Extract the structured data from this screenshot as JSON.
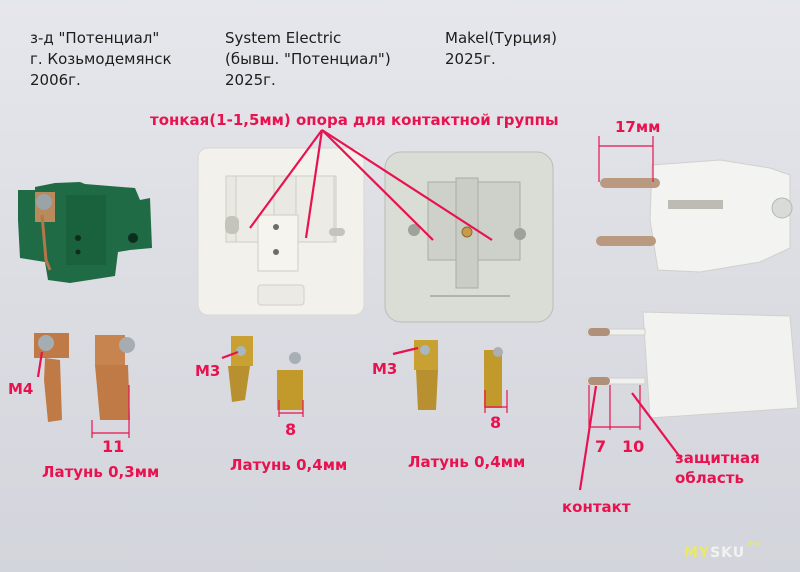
{
  "headers": [
    {
      "lines": [
        "з-д \"Потенциал\"",
        "г. Козьмодемянск",
        "2006г."
      ]
    },
    {
      "lines": [
        "System Electric",
        "(бывш. \"Потенциал\")",
        "2025г."
      ]
    },
    {
      "lines": [
        "Makel(Турция)",
        "2025г."
      ]
    }
  ],
  "annotations": {
    "support_note": "тонкая(1-1,5мм) опора для контактной группы",
    "plug_width": "17мм",
    "screw_m4": "M4",
    "screw_m3_a": "M3",
    "screw_m3_b": "M3",
    "dim_11": "11",
    "dim_8_a": "8",
    "dim_8_b": "8",
    "brass_03": "Латунь 0,3мм",
    "brass_04_a": "Латунь 0,4мм",
    "brass_04_b": "Латунь 0,4мм",
    "dim_7": "7",
    "dim_10": "10",
    "protective_area_line1": "защитная",
    "protective_area_line2": "область",
    "contact": "контакт"
  },
  "watermark": {
    "my": "MY",
    "sku": "SKU",
    "ru": ".ru"
  },
  "colors": {
    "annotation_red": "#e8124f",
    "green_plastic": "#1f6b45",
    "white_plastic": "#f2f1ec",
    "grey_plastic": "#d9ddd6",
    "copper": "#c07a45",
    "brass": "#c9a032"
  }
}
